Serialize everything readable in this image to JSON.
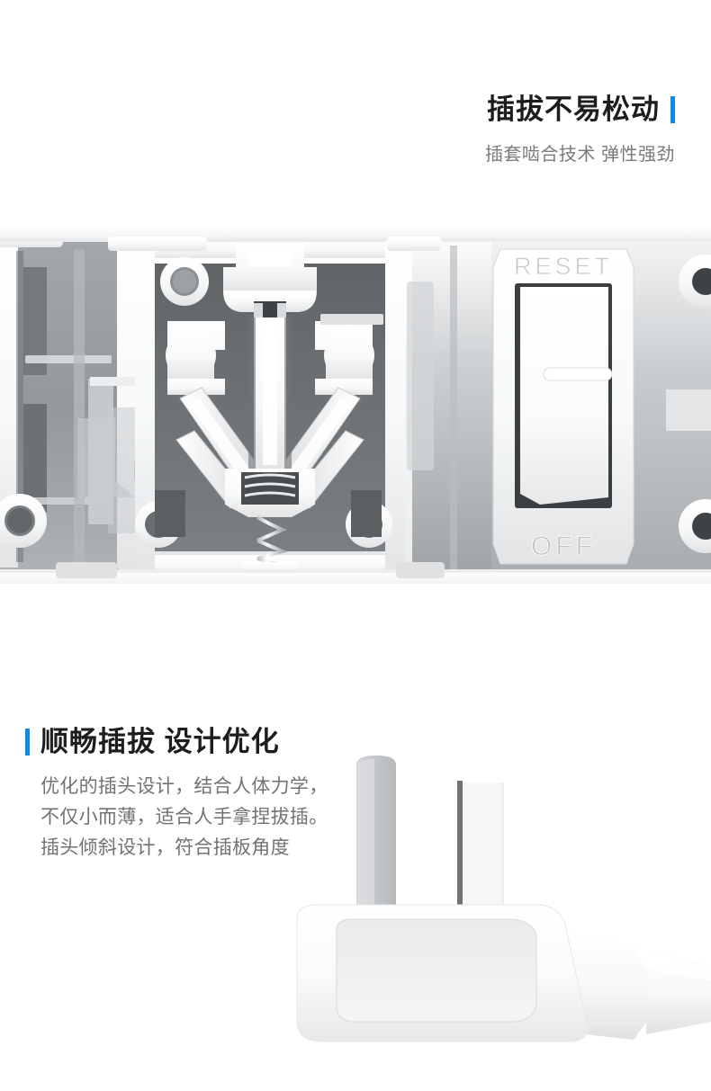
{
  "page": {
    "background": "#ffffff",
    "accent_color": "#0e8ae8",
    "heading_color": "#1d1d1f",
    "body_text_color": "#6f7376"
  },
  "section_top": {
    "title": "插拔不易松动",
    "subtitle": "插套啮合技术 弹性强劲",
    "accent_color": "#0e8ae8"
  },
  "product_photo": {
    "alt": "power-strip-internal-cutaway",
    "switch": {
      "label_top": "RESET",
      "label_bottom": "OFF",
      "state": "RESET"
    },
    "parts": [
      "socket-contact-clamp",
      "coil-spring",
      "busbar-wiring-channel",
      "screw-boss",
      "housing-latch-tab",
      "rocker-switch"
    ]
  },
  "section_bottom": {
    "title": "顺畅插拔 设计优化",
    "body": "优化的插头设计，结合人体力学，不仅小而薄，适合人手拿捏拔插。插头倾斜设计，符合插板角度",
    "accent_color": "#0e8ae8"
  },
  "plug_illustration": {
    "alt": "two-prong-plug-with-cable",
    "prong_count": 2,
    "features": [
      "oval-grip-recess",
      "angled-cable-exit"
    ]
  }
}
